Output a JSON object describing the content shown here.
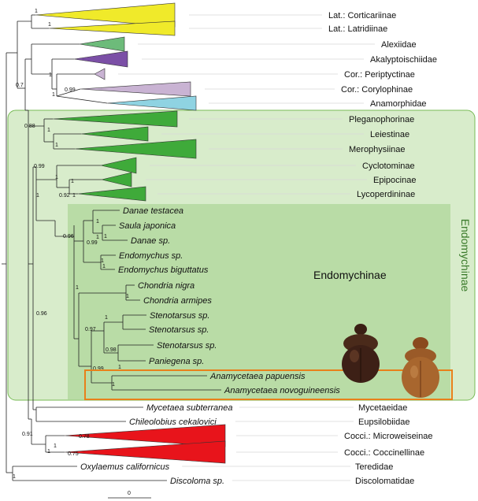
{
  "taxa": [
    {
      "id": "corticariinae",
      "label": "Lat.: Corticariinae",
      "italic": false,
      "color": "#f0ea2a",
      "collapsed": true
    },
    {
      "id": "latridiinae",
      "label": "Lat.: Latridiinae",
      "italic": false,
      "color": "#f0ea2a",
      "collapsed": true
    },
    {
      "id": "alexiidae",
      "label": "Alexiidae",
      "italic": false,
      "color": "#6dbb7a",
      "collapsed": true
    },
    {
      "id": "akalyptoischiidae",
      "label": "Akalyptoischiidae",
      "italic": false,
      "color": "#7b4fa6",
      "collapsed": true
    },
    {
      "id": "periptyctinae",
      "label": "Cor.: Periptyctinae",
      "italic": false,
      "color": "#c9b3d3",
      "collapsed": true
    },
    {
      "id": "corylophinae",
      "label": "Cor.: Corylophinae",
      "italic": false,
      "color": "#c9b3d3",
      "collapsed": true
    },
    {
      "id": "anamorphidae",
      "label": "Anamorphidae",
      "italic": false,
      "color": "#8fd3e2",
      "collapsed": true
    },
    {
      "id": "pleganophorinae",
      "label": "Pleganophorinae",
      "italic": false,
      "color": "#3faa3a",
      "collapsed": true
    },
    {
      "id": "leiestinae",
      "label": "Leiestinae",
      "italic": false,
      "color": "#3faa3a",
      "collapsed": true
    },
    {
      "id": "merophysiinae",
      "label": "Merophysiinae",
      "italic": false,
      "color": "#3faa3a",
      "collapsed": true
    },
    {
      "id": "cyclotominae",
      "label": "Cyclotominae",
      "italic": false,
      "color": "#3faa3a",
      "collapsed": true
    },
    {
      "id": "epipocinae",
      "label": "Epipocinae",
      "italic": false,
      "color": "#3faa3a",
      "collapsed": true
    },
    {
      "id": "lycoperdininae",
      "label": "Lycoperdininae",
      "italic": false,
      "color": "#3faa3a",
      "collapsed": true
    },
    {
      "id": "danae_testacea",
      "label": "Danae testacea",
      "italic": true
    },
    {
      "id": "saula_japonica",
      "label": "Saula japonica",
      "italic": true
    },
    {
      "id": "danae_sp",
      "label": "Danae sp.",
      "italic": true
    },
    {
      "id": "endomychus_sp",
      "label": "Endomychus sp.",
      "italic": true
    },
    {
      "id": "endomychus_biguttatus",
      "label": "Endomychus biguttatus",
      "italic": true
    },
    {
      "id": "chondria_nigra",
      "label": "Chondria nigra",
      "italic": true
    },
    {
      "id": "chondria_armipes",
      "label": "Chondria armipes",
      "italic": true
    },
    {
      "id": "stenotarsus_sp1",
      "label": "Stenotarsus sp.",
      "italic": true
    },
    {
      "id": "stenotarsus_sp2",
      "label": "Stenotarsus sp.",
      "italic": true
    },
    {
      "id": "stenotarsus_sp3",
      "label": "Stenotarsus sp.",
      "italic": true
    },
    {
      "id": "paniegena_sp",
      "label": "Paniegena sp.",
      "italic": true
    },
    {
      "id": "anamycetaea_papuensis",
      "label": "Anamycetaea papuensis",
      "italic": true
    },
    {
      "id": "anamycetaea_novoguineensis",
      "label": "Anamycetaea novoguineensis",
      "italic": true
    },
    {
      "id": "mycetaea_subterranea",
      "label": "Mycetaea subterranea",
      "italic": true,
      "family": "Mycetaeidae"
    },
    {
      "id": "chileolobius_cekalovici",
      "label": "Chileolobius cekalovici",
      "italic": true,
      "family": "Eupsilobiidae"
    },
    {
      "id": "microweiseinae",
      "label": "Cocci.: Microweiseinae",
      "italic": false,
      "color": "#e8141b",
      "collapsed": true
    },
    {
      "id": "coccinellinae",
      "label": "Cocci.: Coccinellinae",
      "italic": false,
      "color": "#e8141b",
      "collapsed": true
    },
    {
      "id": "oxylaemus_californicus",
      "label": "Oxylaemus californicus",
      "italic": true,
      "family": "Teredidae"
    },
    {
      "id": "discoloma_sp",
      "label": "Discoloma sp.",
      "italic": true,
      "family": "Discolomatidae"
    }
  ],
  "support_values": [
    "1",
    "1",
    "0.7",
    "1",
    "0.99",
    "1",
    "0.88",
    "1",
    "1",
    "0.99",
    "1",
    "1",
    "1",
    "0.92",
    "1",
    "1",
    "0.99",
    "1",
    "1",
    "0.96",
    "1",
    "1",
    "0.97",
    "1",
    "0.98",
    "1",
    "0.99",
    "1",
    "0.96",
    "1",
    "1",
    "0.91",
    "0.78",
    "1",
    "0.75",
    "1",
    "1"
  ],
  "groups": {
    "endomychidae_label": "Endomychinae",
    "endomychinae_label": "Endomychinae"
  },
  "highlight": {
    "box_color": "#e8801a",
    "outer_fill": "#d8eccb",
    "outer_border": "#77bb55",
    "inner_fill": "#b9dca6"
  },
  "scale_bar": {
    "label": "0"
  }
}
